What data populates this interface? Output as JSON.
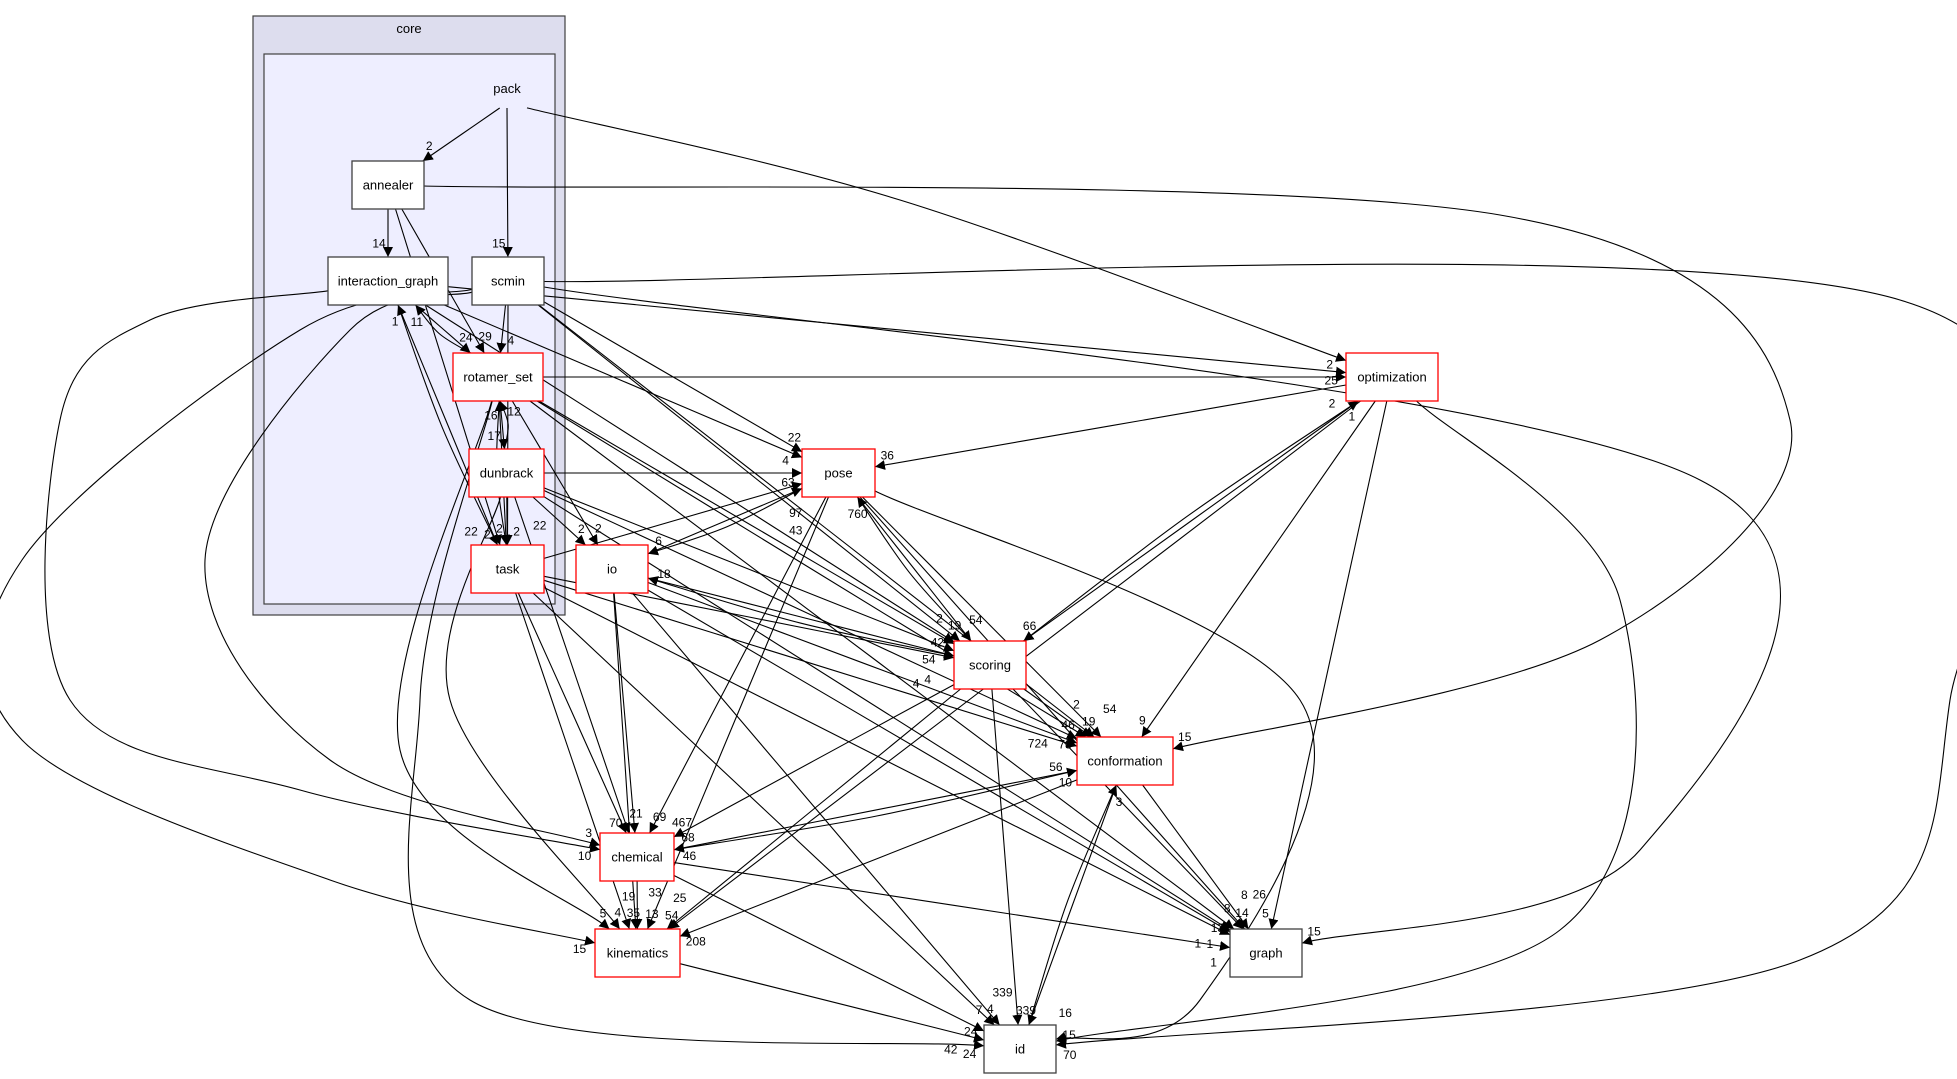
{
  "clusters": {
    "outer": {
      "label": "core",
      "fill": "#ddddee",
      "stroke": "#404040"
    },
    "inner": {
      "label": "pack",
      "fill": "#eeeeff",
      "stroke": "#404040"
    }
  },
  "colors": {
    "highlight_border": "#ff0000",
    "normal_border": "#404040",
    "edge": "#000000"
  },
  "nodes": [
    {
      "id": "annealer",
      "label": "annealer",
      "border": "normal"
    },
    {
      "id": "interaction_graph",
      "label": "interaction_graph",
      "border": "normal"
    },
    {
      "id": "scmin",
      "label": "scmin",
      "border": "normal"
    },
    {
      "id": "rotamer_set",
      "label": "rotamer_set",
      "border": "highlight"
    },
    {
      "id": "dunbrack",
      "label": "dunbrack",
      "border": "highlight"
    },
    {
      "id": "task",
      "label": "task",
      "border": "highlight"
    },
    {
      "id": "io",
      "label": "io",
      "border": "highlight"
    },
    {
      "id": "pose",
      "label": "pose",
      "border": "highlight"
    },
    {
      "id": "optimization",
      "label": "optimization",
      "border": "highlight"
    },
    {
      "id": "scoring",
      "label": "scoring",
      "border": "highlight"
    },
    {
      "id": "conformation",
      "label": "conformation",
      "border": "highlight"
    },
    {
      "id": "chemical",
      "label": "chemical",
      "border": "highlight"
    },
    {
      "id": "kinematics",
      "label": "kinematics",
      "border": "highlight"
    },
    {
      "id": "graph",
      "label": "graph",
      "border": "normal"
    },
    {
      "id": "id",
      "label": "id",
      "border": "normal"
    }
  ],
  "edges": [
    {
      "from": "pack",
      "to": "annealer",
      "label": "2"
    },
    {
      "from": "pack",
      "to": "scmin",
      "label": "15"
    },
    {
      "from": "pack",
      "to": "optimization",
      "label": "2"
    },
    {
      "from": "annealer",
      "to": "interaction_graph",
      "label": "14"
    },
    {
      "from": "annealer",
      "to": "rotamer_set",
      "label": "29"
    },
    {
      "from": "annealer",
      "to": "task",
      "label": "2"
    },
    {
      "from": "annealer",
      "to": "conformation",
      "label": "15"
    },
    {
      "from": "interaction_graph",
      "to": "rotamer_set",
      "label": "24"
    },
    {
      "from": "rotamer_set",
      "to": "interaction_graph",
      "label": "11"
    },
    {
      "from": "task",
      "to": "interaction_graph",
      "label": "1"
    },
    {
      "from": "interaction_graph",
      "to": "task",
      "label": "2"
    },
    {
      "from": "interaction_graph",
      "to": "chemical",
      "label": "10"
    },
    {
      "from": "interaction_graph",
      "to": "pose",
      "label": "4"
    },
    {
      "from": "interaction_graph",
      "to": "optimization",
      "label": "25"
    },
    {
      "from": "interaction_graph",
      "to": "scoring",
      "label": "42"
    },
    {
      "from": "scmin",
      "to": "rotamer_set",
      "label": "4"
    },
    {
      "from": "scmin",
      "to": "task",
      "label": "2"
    },
    {
      "from": "scmin",
      "to": "pose",
      "label": "22"
    },
    {
      "from": "scmin",
      "to": "scoring",
      "label": "19"
    },
    {
      "from": "scmin",
      "to": "conformation",
      "label": "19"
    },
    {
      "from": "scmin",
      "to": "graph",
      "label": "15"
    },
    {
      "from": "scmin",
      "to": "id",
      "label": "15"
    },
    {
      "from": "scmin",
      "to": "kinematics",
      "label": "15"
    },
    {
      "from": "scmin",
      "to": "chemical",
      "label": "3"
    },
    {
      "from": "rotamer_set",
      "to": "dunbrack",
      "label": "17"
    },
    {
      "from": "dunbrack",
      "to": "rotamer_set",
      "label": "12"
    },
    {
      "from": "task",
      "to": "rotamer_set",
      "label": "16"
    },
    {
      "from": "rotamer_set",
      "to": "task",
      "label": "22"
    },
    {
      "from": "rotamer_set",
      "to": "optimization",
      "label": "2"
    },
    {
      "from": "rotamer_set",
      "to": "io",
      "label": "2"
    },
    {
      "from": "rotamer_set",
      "to": "scoring",
      "label": "54"
    },
    {
      "from": "rotamer_set",
      "to": "conformation",
      "label": "78"
    },
    {
      "from": "rotamer_set",
      "to": "graph",
      "label": "13"
    },
    {
      "from": "rotamer_set",
      "to": "kinematics",
      "label": "5"
    },
    {
      "from": "rotamer_set",
      "to": "id",
      "label": "24"
    },
    {
      "from": "dunbrack",
      "to": "pose",
      "label": "63"
    },
    {
      "from": "dunbrack",
      "to": "task",
      "label": "22"
    },
    {
      "from": "dunbrack",
      "to": "io",
      "label": "2"
    },
    {
      "from": "dunbrack",
      "to": "scoring",
      "label": "4"
    },
    {
      "from": "dunbrack",
      "to": "conformation",
      "label": "46"
    },
    {
      "from": "dunbrack",
      "to": "graph",
      "label": "8"
    },
    {
      "from": "dunbrack",
      "to": "chemical",
      "label": "70"
    },
    {
      "from": "dunbrack",
      "to": "kinematics",
      "label": "4"
    },
    {
      "from": "task",
      "to": "pose",
      "label": "97"
    },
    {
      "from": "task",
      "to": "scoring",
      "label": "2"
    },
    {
      "from": "task",
      "to": "conformation",
      "label": "56"
    },
    {
      "from": "task",
      "to": "chemical",
      "label": "21"
    },
    {
      "from": "task",
      "to": "kinematics",
      "label": "35"
    },
    {
      "from": "task",
      "to": "id",
      "label": "4"
    },
    {
      "from": "task",
      "to": "graph",
      "label": "1"
    },
    {
      "from": "io",
      "to": "pose",
      "label": "43"
    },
    {
      "from": "pose",
      "to": "io",
      "label": "6"
    },
    {
      "from": "io",
      "to": "scoring",
      "label": "4"
    },
    {
      "from": "scoring",
      "to": "io",
      "label": "18"
    },
    {
      "from": "io",
      "to": "chemical",
      "label": "69"
    },
    {
      "from": "io",
      "to": "kinematics",
      "label": "13"
    },
    {
      "from": "io",
      "to": "id",
      "label": "24"
    },
    {
      "from": "io",
      "to": "conformation",
      "label": "2"
    },
    {
      "from": "io",
      "to": "graph",
      "label": "1"
    },
    {
      "from": "pose",
      "to": "scoring",
      "label": "54"
    },
    {
      "from": "scoring",
      "to": "pose",
      "label": "760"
    },
    {
      "from": "pose",
      "to": "chemical",
      "label": "68"
    },
    {
      "from": "pose",
      "to": "kinematics",
      "label": "54"
    },
    {
      "from": "pose",
      "to": "conformation",
      "label": "54"
    },
    {
      "from": "pose",
      "to": "graph",
      "label": "14"
    },
    {
      "from": "pose",
      "to": "id",
      "label": "70"
    },
    {
      "from": "optimization",
      "to": "pose",
      "label": "36"
    },
    {
      "from": "optimization",
      "to": "scoring",
      "label": "66"
    },
    {
      "from": "scoring",
      "to": "optimization",
      "label": "1"
    },
    {
      "from": "optimization",
      "to": "conformation",
      "label": "9"
    },
    {
      "from": "optimization",
      "to": "kinematics",
      "label": "208"
    },
    {
      "from": "optimization",
      "to": "graph",
      "label": "5"
    },
    {
      "from": "optimization",
      "to": "id",
      "label": "16"
    },
    {
      "from": "scoring",
      "to": "conformation",
      "label": "724"
    },
    {
      "from": "scoring",
      "to": "chemical",
      "label": "467"
    },
    {
      "from": "scoring",
      "to": "kinematics",
      "label": "33"
    },
    {
      "from": "scoring",
      "to": "id",
      "label": "339"
    },
    {
      "from": "scoring",
      "to": "graph",
      "label": "26"
    },
    {
      "from": "conformation",
      "to": "chemical",
      "label": "46"
    },
    {
      "from": "chemical",
      "to": "conformation",
      "label": "10"
    },
    {
      "from": "conformation",
      "to": "kinematics",
      "label": "25"
    },
    {
      "from": "conformation",
      "to": "id",
      "label": "339"
    },
    {
      "from": "id",
      "to": "conformation",
      "label": "3"
    },
    {
      "from": "conformation",
      "to": "graph",
      "label": "8"
    },
    {
      "from": "chemical",
      "to": "kinematics",
      "label": "19"
    },
    {
      "from": "chemical",
      "to": "id",
      "label": "7"
    },
    {
      "from": "chemical",
      "to": "graph",
      "label": "1"
    },
    {
      "from": "kinematics",
      "to": "id",
      "label": "42"
    }
  ]
}
